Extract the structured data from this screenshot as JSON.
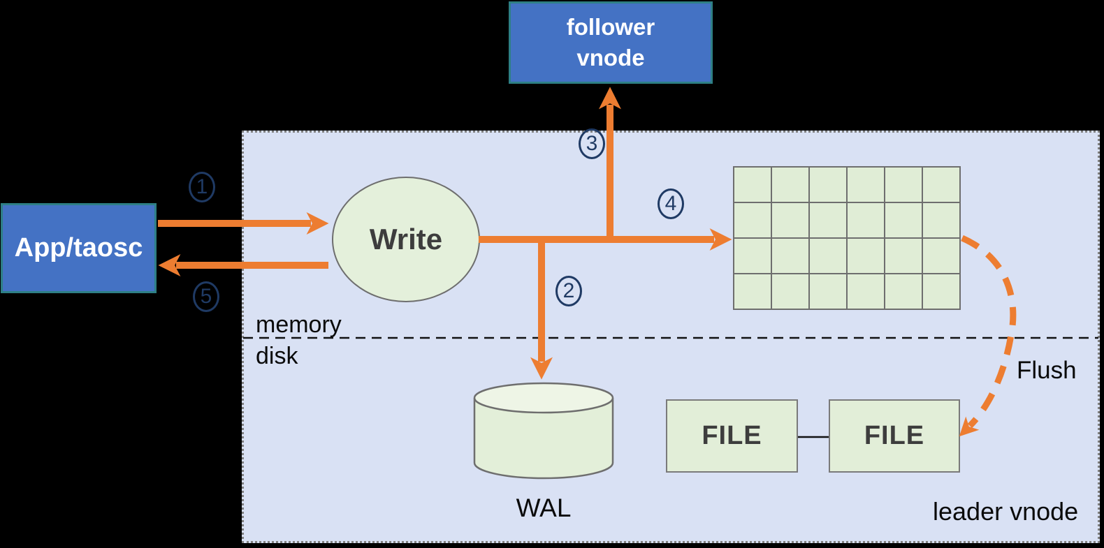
{
  "nodes": {
    "follower_vnode": {
      "line1": "follower",
      "line2": "vnode"
    },
    "app_taosc": {
      "label": "App/taosc"
    },
    "write": {
      "label": "Write"
    },
    "wal": {
      "label": "WAL"
    },
    "file_a": {
      "label": "FILE"
    },
    "file_b": {
      "label": "FILE"
    }
  },
  "labels": {
    "memory": "memory",
    "disk": "disk",
    "flush": "Flush",
    "leader_vnode": "leader vnode"
  },
  "steps": [
    "1",
    "2",
    "3",
    "4",
    "5"
  ],
  "memtable_grid": {
    "rows": 4,
    "cols": 6
  },
  "colors": {
    "node_blue": "#4472c4",
    "node_border_teal": "#2e7f85",
    "arrow_orange": "#ed7d31",
    "step_navy": "#1f3a64",
    "region_fill": "#d9e1f4",
    "shape_green": "#e3efd9",
    "shape_border_gray": "#6e6e6e",
    "background": "#000000"
  }
}
